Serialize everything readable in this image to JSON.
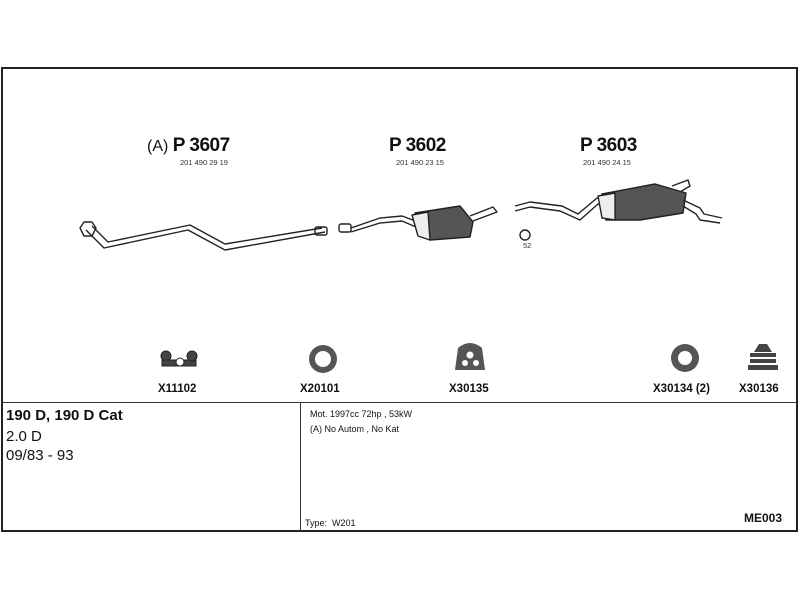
{
  "parts": [
    {
      "prefix": "(A)",
      "number": "P 3607",
      "oem": "201 490 29 19",
      "icon": "front-pipe"
    },
    {
      "prefix": "",
      "number": "P 3602",
      "oem": "201 490 23 15",
      "icon": "middle-silencer"
    },
    {
      "prefix": "",
      "number": "P 3603",
      "oem": "201 490 24 15",
      "icon": "rear-silencer"
    }
  ],
  "clamp_note": "52",
  "fittings": [
    {
      "code": "X11102",
      "icon": "bolt-set-icon"
    },
    {
      "code": "X20101",
      "icon": "ring-gasket-icon"
    },
    {
      "code": "X30135",
      "icon": "rubber-hanger-icon"
    },
    {
      "code": "X30134 (2)",
      "icon": "rubber-ring-icon"
    },
    {
      "code": "X30136",
      "icon": "rubber-mount-icon"
    }
  ],
  "vehicle": {
    "model": "190 D, 190 D Cat",
    "engine": "2.0 D",
    "years": "09/83 - 93"
  },
  "details": {
    "motor": "Mot. 1997cc 72hp , 53kW",
    "note": "(A) No Autom , No Kat",
    "type_label": "Type:",
    "type_value": "W201",
    "ref": "ME003"
  }
}
